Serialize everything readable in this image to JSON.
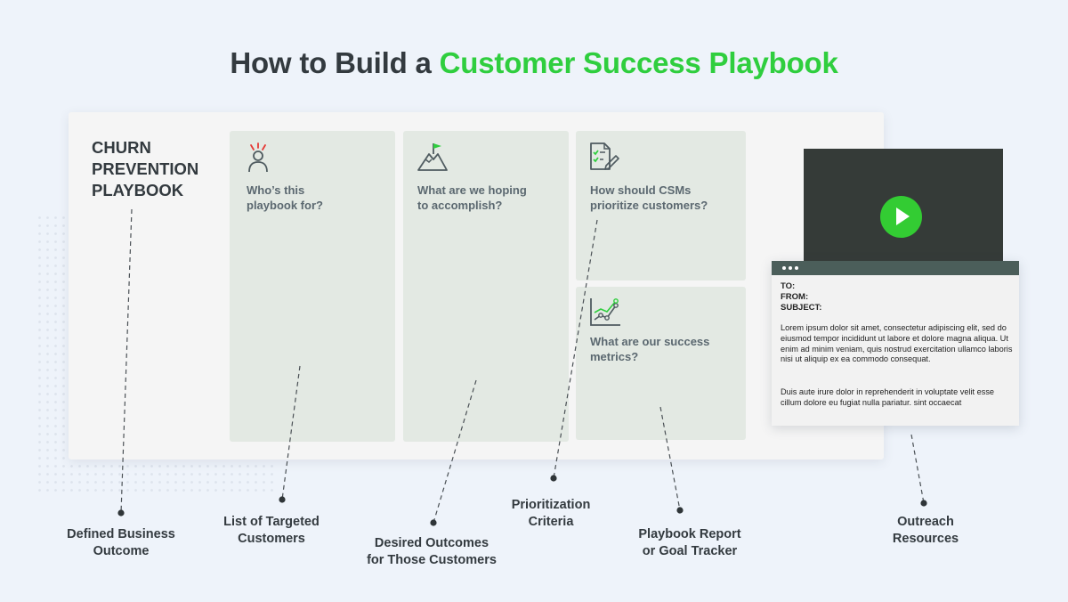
{
  "title": {
    "prefix": "How to Build a",
    "accent": "Customer Success Playbook"
  },
  "colors": {
    "accent": "#2fce3e",
    "card": "#e3e9e3",
    "dark": "#353b38",
    "email_bar": "#4b5e5a",
    "alert": "#e53935"
  },
  "playbook": {
    "lines": [
      "CHURN",
      "PREVENTION",
      "PLAYBOOK"
    ]
  },
  "cards": [
    {
      "icon": "alert-person-icon",
      "lines": [
        "Who’s this",
        "playbook for?"
      ]
    },
    {
      "icon": "mountain-flag-icon",
      "lines": [
        "What are we hoping",
        "to accomplish?"
      ]
    },
    {
      "icon": "checklist-document-icon",
      "lines": [
        "How should CSMs",
        "prioritize customers?"
      ]
    },
    {
      "icon": "trend-chart-icon",
      "lines": [
        "What are our success",
        "metrics?"
      ]
    }
  ],
  "media": {
    "video_icon": "play-icon"
  },
  "email": {
    "to": "TO:",
    "from": "FROM:",
    "subject": "SUBJECT:",
    "paragraph1": "Lorem ipsum dolor sit amet, consectetur adipiscing elit, sed do eiusmod tempor incididunt ut labore et dolore magna aliqua. Ut enim ad minim veniam, quis nostrud exercitation ullamco laboris nisi ut aliquip ex ea commodo consequat.",
    "paragraph2": "Duis aute irure dolor in reprehenderit in voluptate velit esse cillum dolore eu fugiat nulla pariatur. sint occaecat"
  },
  "labels": [
    {
      "lines": [
        "Defined Business",
        "Outcome"
      ]
    },
    {
      "lines": [
        "List of Targeted",
        "Customers"
      ]
    },
    {
      "lines": [
        "Desired Outcomes",
        "for Those Customers"
      ]
    },
    {
      "lines": [
        "Prioritization",
        "Criteria"
      ]
    },
    {
      "lines": [
        "Playbook Report",
        "or Goal Tracker"
      ]
    },
    {
      "lines": [
        "Outreach",
        "Resources"
      ]
    }
  ]
}
